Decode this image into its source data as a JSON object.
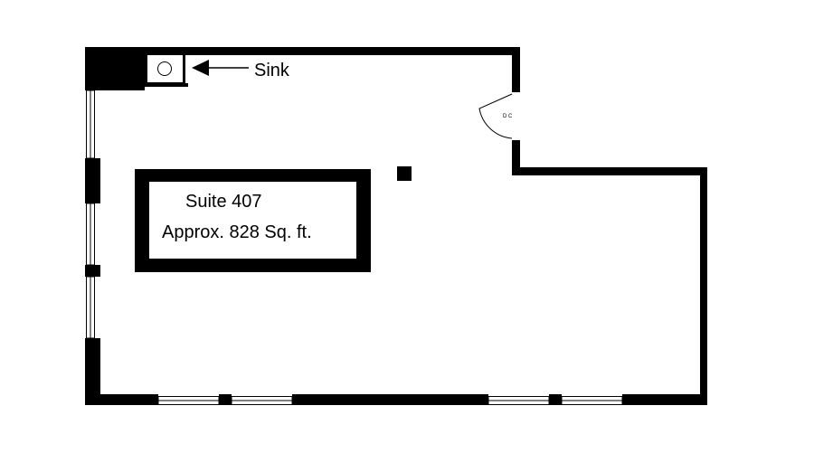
{
  "floorplan": {
    "suite_name": "Suite 407",
    "area_label": "Approx. 828 Sq. ft.",
    "sink_label": "Sink"
  },
  "colors": {
    "wall": "#000000",
    "background": "#ffffff",
    "window_glass": "#ffffff"
  },
  "icons": {
    "sink": "sink-icon",
    "pointer": "arrow-left-icon",
    "door": "door-swing-icon",
    "column": "column-icon"
  }
}
